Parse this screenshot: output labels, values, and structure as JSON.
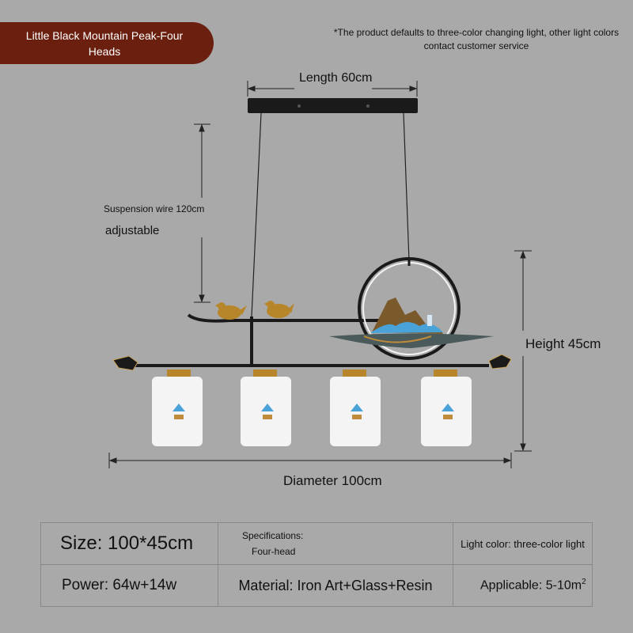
{
  "title": "Little Black Mountain Peak-Four Heads",
  "note": "*The product defaults to three-color changing light, other light colors contact customer service",
  "dimensions": {
    "length": "Length 60cm",
    "suspension": "Suspension wire 120cm",
    "adjustable": "adjustable",
    "height": "Height 45cm",
    "diameter": "Diameter 100cm"
  },
  "specs": {
    "size": "Size: 100*45cm",
    "specifications_label": "Specifications:",
    "specifications_value": "Four-head",
    "light_color": "Light color: three-color light",
    "power": "Power: 64w+14w",
    "material": "Material: Iron Art+Glass+Resin",
    "applicable": "Applicable: 5-10m",
    "applicable_sup": "2"
  },
  "colors": {
    "background": "#a9a9a9",
    "badge": "#6a1f0f",
    "lamp_frame": "#1a1a1a",
    "bird_gold": "#b8862a",
    "glass": "#f4f4f4",
    "accent_blue": "#4aa3d8"
  }
}
